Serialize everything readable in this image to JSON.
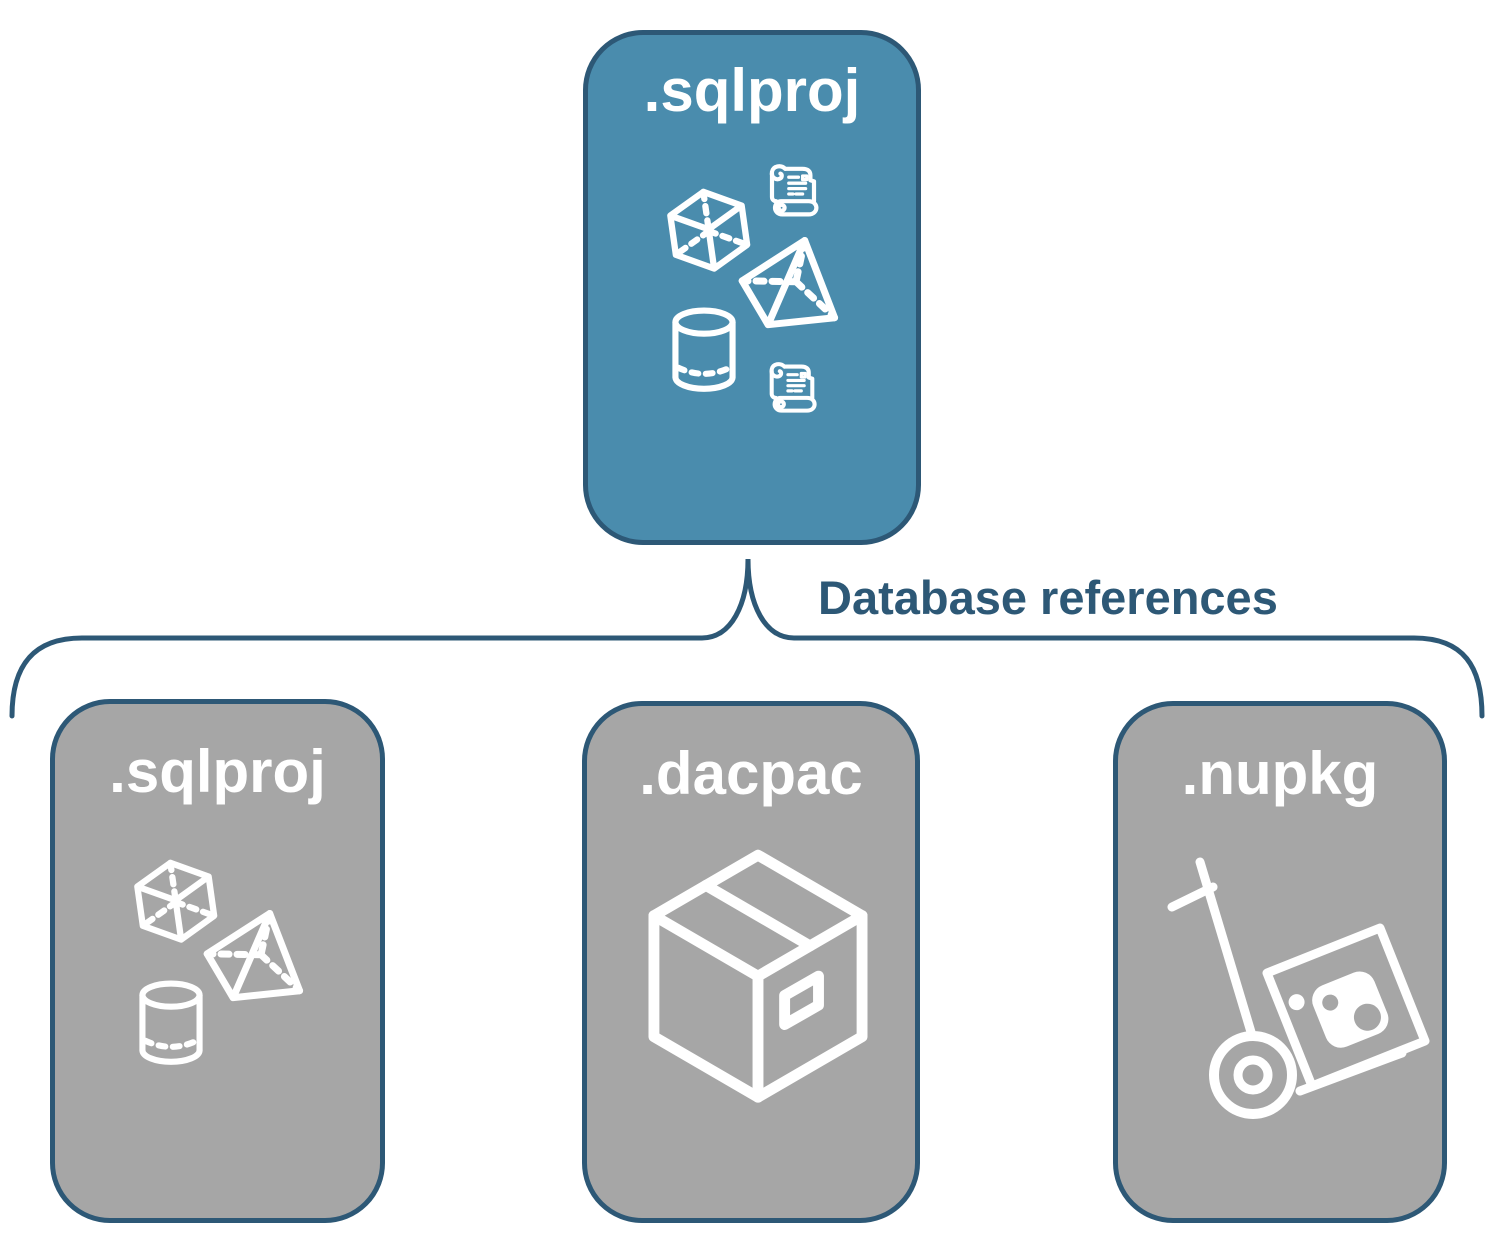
{
  "diagram": {
    "title_hint": "SQL project database references diagram",
    "colors": {
      "root_fill": "#4a8cad",
      "child_fill": "#a6a6a6",
      "outline": "#2d5876",
      "label_text": "#ffffff",
      "connector_text": "#2d5876",
      "background": "#ffffff"
    },
    "root_node": {
      "label": ".sqlproj",
      "icons": [
        "script-scroll-icon",
        "cube-icon",
        "pyramid-icon",
        "database-cylinder-icon",
        "script-scroll-icon"
      ]
    },
    "connector": {
      "label": "Database references",
      "shape": "curly-brace"
    },
    "child_nodes": [
      {
        "label": ".sqlproj",
        "icons": [
          "cube-icon",
          "pyramid-icon",
          "database-cylinder-icon"
        ]
      },
      {
        "label": ".dacpac",
        "icons": [
          "package-box-icon"
        ]
      },
      {
        "label": ".nupkg",
        "icons": [
          "nuget-hand-truck-icon"
        ]
      }
    ]
  }
}
